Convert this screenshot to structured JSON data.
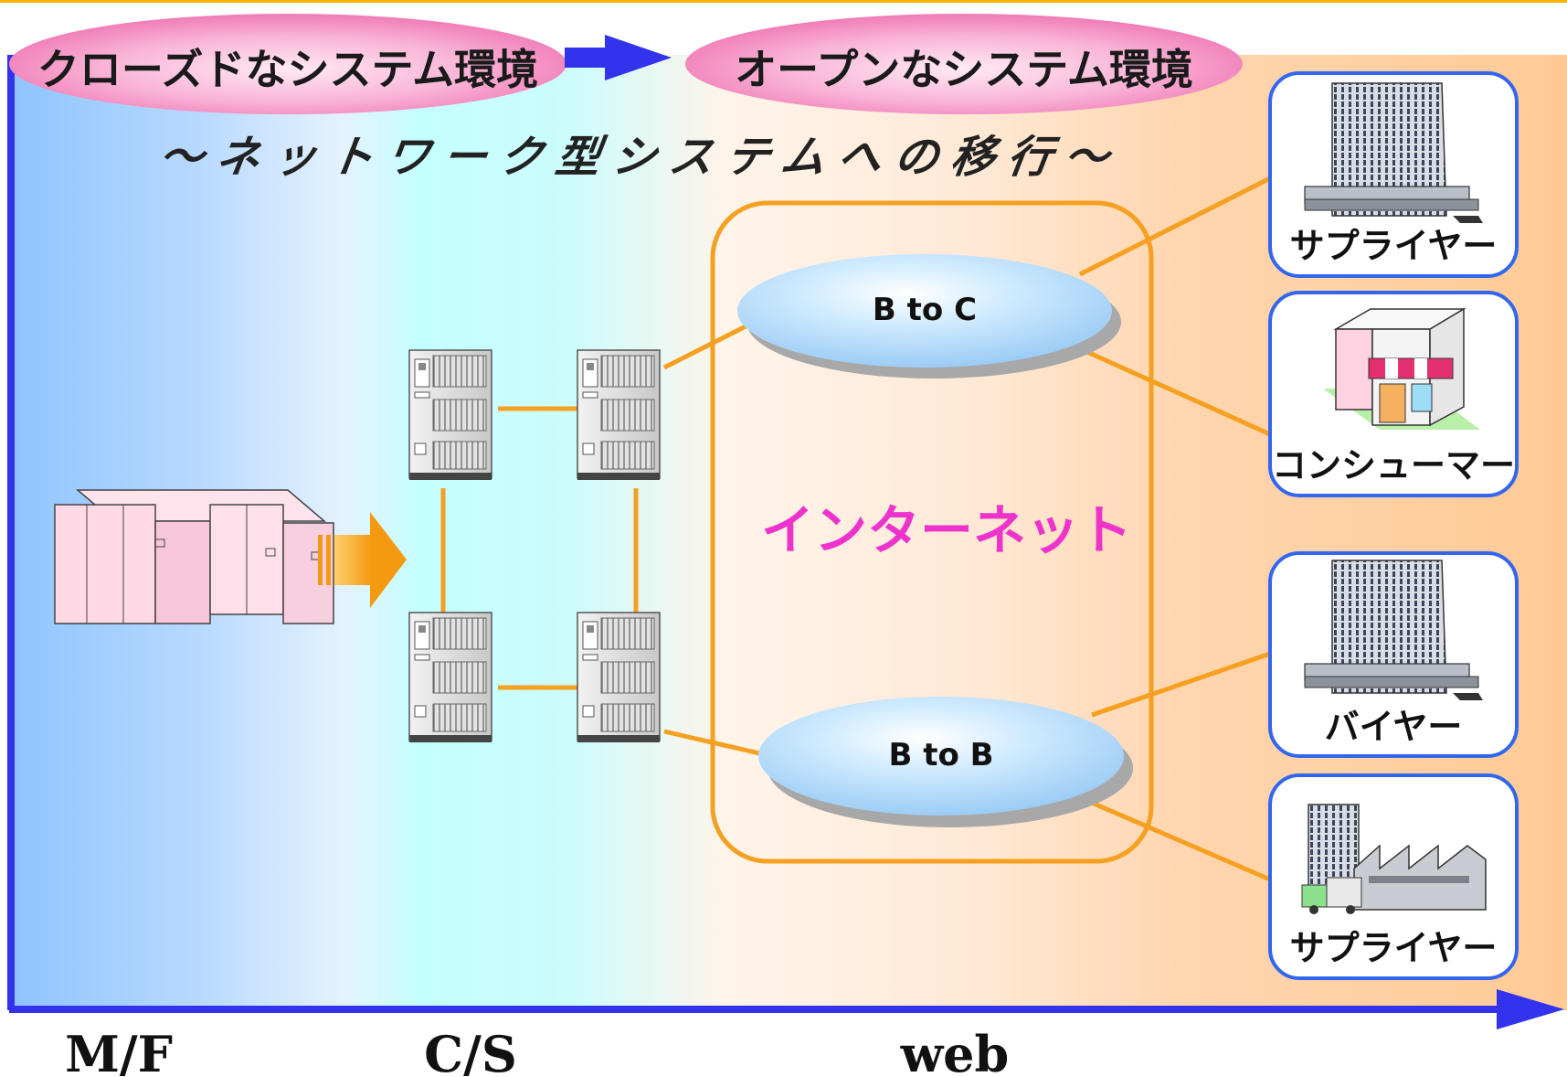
{
  "header": {
    "closed_label": "クローズドなシステム環境",
    "open_label": "オープンなシステム環境",
    "subtitle": "～ネットワーク型システムへの移行～"
  },
  "internet": {
    "label": "インターネット",
    "btoc_label": "B to C",
    "btob_label": "B to B"
  },
  "partners": [
    {
      "label": "サプライヤー",
      "icon": "office-building-icon"
    },
    {
      "label": "コンシューマー",
      "icon": "shop-icon"
    },
    {
      "label": "バイヤー",
      "icon": "office-building-icon"
    },
    {
      "label": "サプライヤー",
      "icon": "factory-icon"
    }
  ],
  "axis": {
    "labels": [
      "M/F",
      "C/S",
      "web"
    ]
  },
  "colors": {
    "accent_blue": "#3333ee",
    "connector_orange": "#f5a020",
    "internet_text": "#ee33cc",
    "pill_pink": "#f07ab8",
    "card_border": "#3366ee"
  }
}
